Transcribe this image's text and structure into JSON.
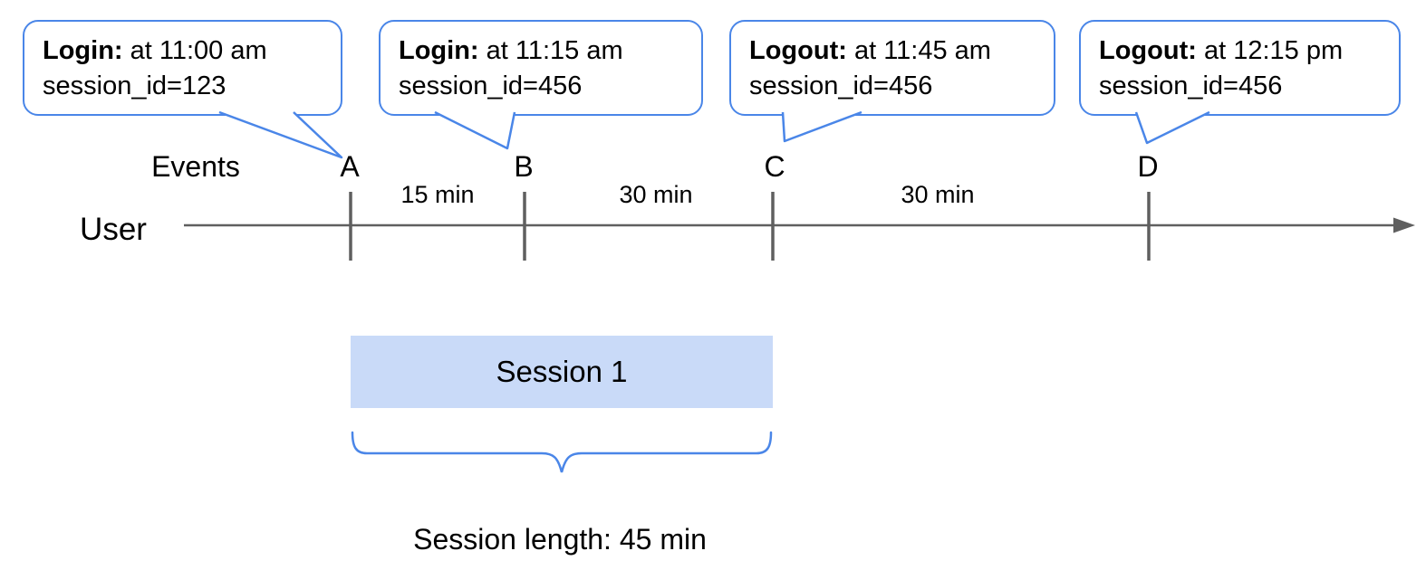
{
  "callouts": [
    {
      "event": "Login:",
      "detail": " at 11:00 am",
      "session": "session_id=123",
      "target": "A"
    },
    {
      "event": "Login:",
      "detail": " at 11:15 am",
      "session": "session_id=456",
      "target": "B"
    },
    {
      "event": "Logout:",
      "detail": " at 11:45 am",
      "session": "session_id=456",
      "target": "C"
    },
    {
      "event": "Logout:",
      "detail": " at 12:15 pm",
      "session": "session_id=456",
      "target": "D"
    }
  ],
  "timeline": {
    "row_label": "User",
    "events_header": "Events",
    "events": [
      {
        "label": "A"
      },
      {
        "label": "B"
      },
      {
        "label": "C"
      },
      {
        "label": "D"
      }
    ],
    "intervals": [
      {
        "label": "15 min"
      },
      {
        "label": "30 min"
      },
      {
        "label": "30 min"
      }
    ]
  },
  "session": {
    "box_label": "Session 1",
    "length_caption": "Session length: 45 min"
  },
  "colors": {
    "callout_border": "#4a86e8",
    "brace": "#4a86e8",
    "session_fill": "#c9daf8",
    "axis_gray": "#5f5f5f",
    "text": "#000000"
  }
}
